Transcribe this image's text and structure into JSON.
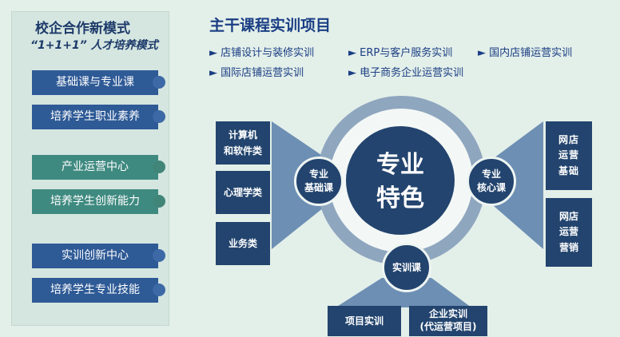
{
  "left_panel": {
    "title_line1": "校企合作新模式",
    "title_line2": "“1+1+1” 人才培养模式",
    "items": [
      {
        "label": "基础课与专业课",
        "color": "blue"
      },
      {
        "label": "培养学生职业素养",
        "color": "blue"
      },
      {
        "label": "产业运营中心",
        "color": "teal"
      },
      {
        "label": "培养学生创新能力",
        "color": "teal"
      },
      {
        "label": "实训创新中心",
        "color": "blue"
      },
      {
        "label": "培养学生专业技能",
        "color": "blue"
      }
    ]
  },
  "projects": {
    "title": "主干课程实训项目",
    "items": [
      "店铺设计与装修实训",
      "ERP与客户服务实训",
      "国内店铺运营实训",
      "国际店铺运营实训",
      "电子商务企业运营实训"
    ]
  },
  "diagram": {
    "center_line1": "专业",
    "center_line2": "特色",
    "left_node_line1": "专业",
    "left_node_line2": "基础课",
    "right_node_line1": "专业",
    "right_node_line2": "核心课",
    "bottom_node": "实训课",
    "left_boxes": [
      {
        "line1": "计算机",
        "line2": "和软件类"
      },
      {
        "line1": "心理学类",
        "line2": ""
      },
      {
        "line1": "业务类",
        "line2": ""
      }
    ],
    "right_boxes": [
      "网店运营基础",
      "网店运营营销"
    ],
    "bottom_boxes": [
      {
        "line1": "项目实训",
        "line2": ""
      },
      {
        "line1": "企业实训",
        "line2": "(代运营项目)"
      }
    ]
  },
  "colors": {
    "background": "#e3efe9",
    "navy": "#22446e",
    "pill_blue": "#2e5a96",
    "pill_teal": "#3f8a80",
    "title_blue": "#1a3e84"
  },
  "icons": {
    "bullet": "triangle-right-icon"
  }
}
